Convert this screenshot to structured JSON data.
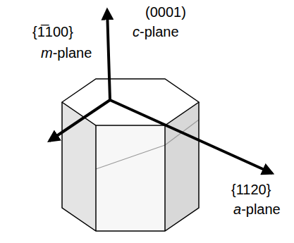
{
  "diagram": {
    "labels": [
      "(0001)",
      "c-plane",
      "{1̅100}",
      "m-plane",
      "{1120}",
      "a-plane"
    ]
  }
}
